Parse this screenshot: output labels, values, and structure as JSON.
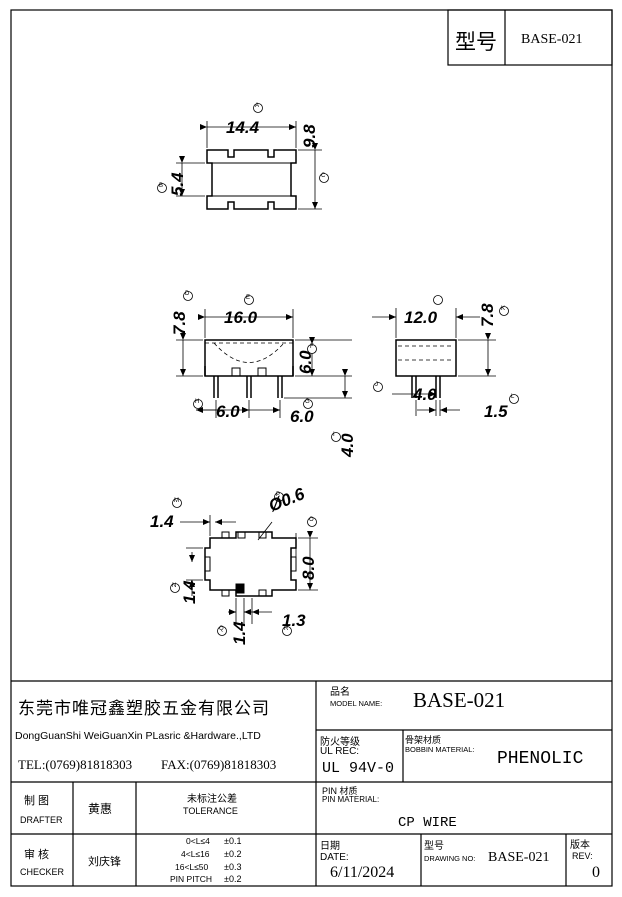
{
  "header": {
    "model_label": "型号",
    "model_value": "BASE-021"
  },
  "dimensions": {
    "top_width": "14.4",
    "top_height": "9.8",
    "top_inner": "5.4",
    "front_width": "16.0",
    "front_height": "7.8",
    "front_inner": "6.0",
    "front_pitch_a": "6.0",
    "front_pitch_b": "6.0",
    "front_pin_len": "4.0",
    "side_width": "12.0",
    "side_height": "7.8",
    "side_pin_gap": "4.0",
    "side_pin_width": "1.5",
    "bot_left": "1.4",
    "bot_hole": "Ø0.6",
    "bot_left_v": "1.4",
    "bot_height": "8.0",
    "bot_pin_w": "1.4",
    "bot_pin_gap": "1.3"
  },
  "callouts": [
    "A",
    "B",
    "C",
    "D",
    "E",
    "F",
    "G",
    "H",
    "I",
    "J",
    "K",
    "L",
    "M",
    "N",
    "O",
    "P",
    "Q",
    "R"
  ],
  "title_block": {
    "company_cn": "东莞市唯冠鑫塑胶五金有限公司",
    "company_en": "DongGuanShi WeiGuanXin PLasric &Hardware.,LTD",
    "tel": "TEL:(0769)81818303",
    "fax": "FAX:(0769)81818303",
    "product_name_cn": "品名",
    "product_name_en": "MODEL NAME:",
    "product_name_value": "BASE-021",
    "fire_cn": "防火等级",
    "fire_en": "UL REC:",
    "fire_value": "UL 94V-0",
    "bobbin_cn": "骨架材质",
    "bobbin_en": "BOBBIN MATERIAL:",
    "bobbin_value": "PHENOLIC",
    "drafter_cn": "制 图",
    "drafter_en": "DRAFTER",
    "drafter_name": "黄惠",
    "tolerance_cn": "未标注公差",
    "tolerance_en": "TOLERANCE",
    "pin_mat_cn": "PIN 材质",
    "pin_mat_en": "PIN MATERIAL:",
    "pin_mat_value": "CP WIRE",
    "checker_cn": "审 核",
    "checker_en": "CHECKER",
    "checker_name": "刘庆锋",
    "tol_rows": [
      {
        "range": "0<L≤4",
        "value": "±0.1"
      },
      {
        "range": "4<L≤16",
        "value": "±0.2"
      },
      {
        "range": "16<L≤50",
        "value": "±0.3"
      },
      {
        "range": "PIN PITCH",
        "value": "±0.2"
      }
    ],
    "date_cn": "日期",
    "date_en": "DATE:",
    "date_value": "6/11/2024",
    "drawing_cn": "型号",
    "drawing_en": "DRAWING NO:",
    "drawing_value": "BASE-021",
    "rev_cn": "版本",
    "rev_en": "REV:",
    "rev_value": "0"
  }
}
